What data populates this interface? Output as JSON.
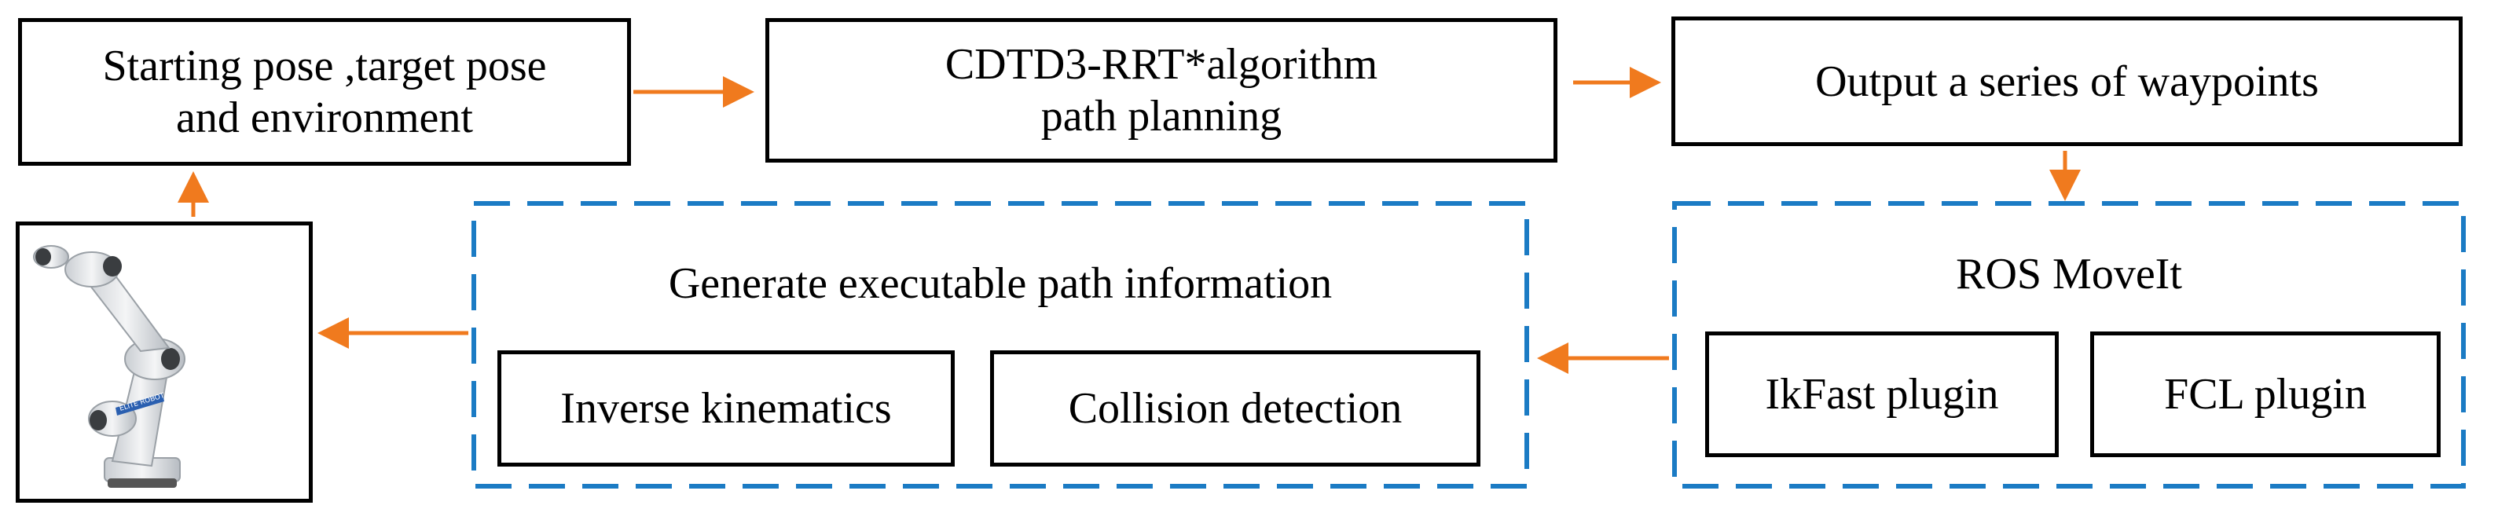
{
  "boxes": {
    "start": {
      "line1": "Starting pose ,target pose",
      "line2": "and environment"
    },
    "algorithm": {
      "line1": "CDTD3-RRT*algorithm",
      "line2": "path  planning"
    },
    "output": {
      "line1": "Output a series of waypoints"
    }
  },
  "ros_group": {
    "title": "ROS MoveIt",
    "plugins": [
      "IkFast plugin",
      "FCL plugin"
    ]
  },
  "path_group": {
    "title": "Generate executable path information",
    "modules": [
      "Inverse kinematics",
      "Collision detection"
    ]
  },
  "robot_image": {
    "arm_label": "ELITE ROBOT"
  },
  "colors": {
    "arrow": "#F07A1E",
    "dashed_border": "#1B7BC4",
    "box_border": "#000000"
  }
}
